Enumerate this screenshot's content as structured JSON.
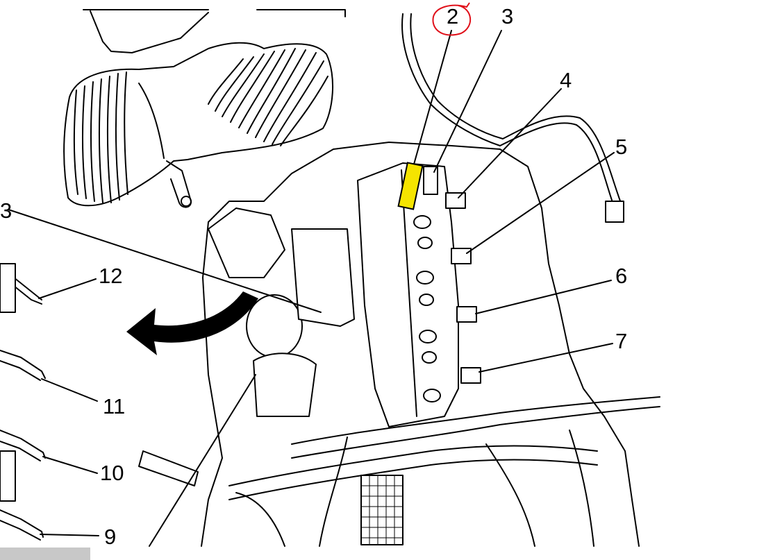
{
  "diagram": {
    "callouts": [
      {
        "id": "2",
        "text": "2",
        "highlighted": true
      },
      {
        "id": "3a",
        "text": "3"
      },
      {
        "id": "4",
        "text": "4"
      },
      {
        "id": "5",
        "text": "5"
      },
      {
        "id": "6",
        "text": "6"
      },
      {
        "id": "7",
        "text": "7"
      },
      {
        "id": "3b",
        "text": "3"
      },
      {
        "id": "12",
        "text": "12"
      },
      {
        "id": "11",
        "text": "11"
      },
      {
        "id": "10",
        "text": "10"
      },
      {
        "id": "9",
        "text": "9"
      }
    ],
    "colors": {
      "line": "#000000",
      "highlight_part": "#f5e400",
      "annotation_circle": "#e0101a",
      "background": "#ffffff"
    },
    "icons": [
      "rotation-arrow-icon"
    ]
  }
}
